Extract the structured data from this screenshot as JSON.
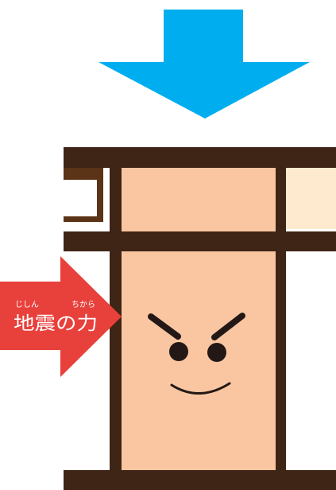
{
  "colors": {
    "down_arrow": "#00aeef",
    "side_arrow": "#e8403b",
    "frame": "#3f2516",
    "pillar_fill": "#f9c6a1",
    "left_room": "#5b3316",
    "right_room": "#fdeacf",
    "face": "#231815"
  },
  "icons": {
    "down_arrow": "arrow-down-icon",
    "side_arrow": "arrow-right-icon",
    "face": "angry-face-icon"
  },
  "force_label": {
    "kanji": "地震の力",
    "ruby_jishin": "じしん",
    "ruby_chikara": "ちから"
  }
}
